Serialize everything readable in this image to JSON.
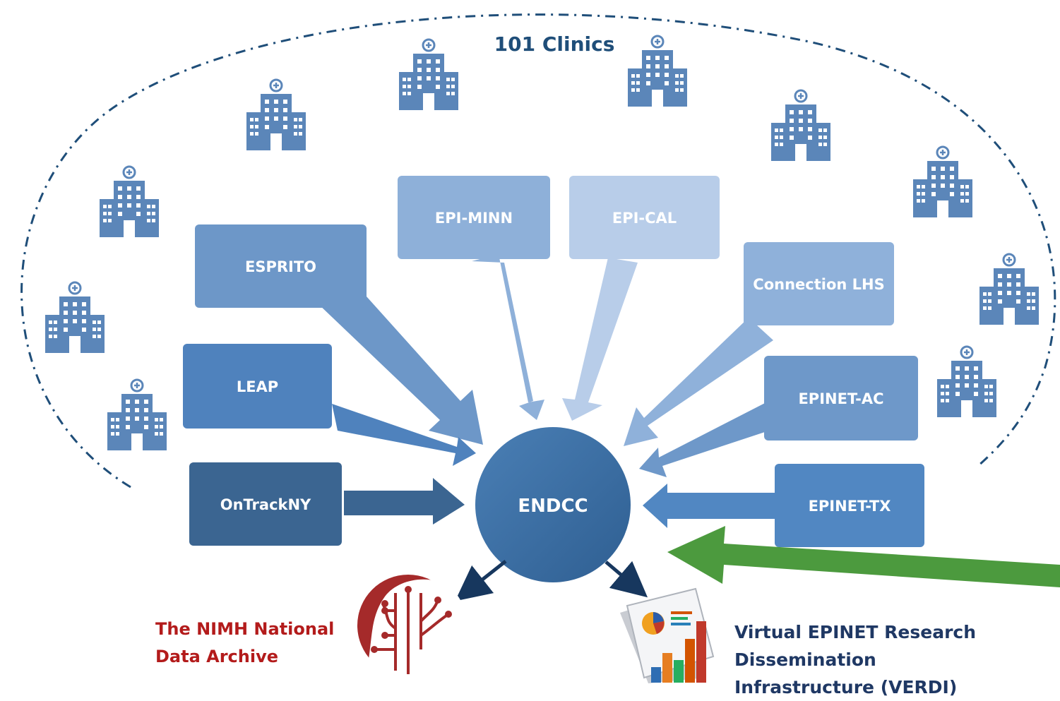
{
  "boundary": {
    "title": "101 Clinics",
    "title_color": "#1f4e79",
    "line_color": "#1f4e79"
  },
  "clinic_icon": {
    "name": "hospital-icon",
    "color": "#5b86b9"
  },
  "hub": {
    "label": "ENDCC",
    "color": "#3f73a8"
  },
  "sources": [
    {
      "id": "esprito",
      "label": "ESPRITO",
      "color": "#6d97c8"
    },
    {
      "id": "epi-minn",
      "label": "EPI-MINN",
      "color": "#8eb0d9"
    },
    {
      "id": "epi-cal",
      "label": "EPI-CAL",
      "color": "#b8cde9"
    },
    {
      "id": "connection-lhs",
      "label": "Connection LHS",
      "color": "#8fb1da"
    },
    {
      "id": "leap",
      "label": "LEAP",
      "color": "#4f82bd"
    },
    {
      "id": "epinet-ac",
      "label": "EPINET-AC",
      "color": "#6e98c9"
    },
    {
      "id": "ontrackny",
      "label": "OnTrackNY",
      "color": "#3b6591"
    },
    {
      "id": "epinet-tx",
      "label": "EPINET-TX",
      "color": "#5187c2"
    }
  ],
  "outputs": {
    "nda": {
      "lines": [
        "The NIMH National",
        "Data Archive"
      ],
      "color": "#b31b1b",
      "icon": "brain-head-icon"
    },
    "verdi": {
      "lines": [
        "Virtual EPINET Research",
        "Dissemination",
        "Infrastructure (VERDI)"
      ],
      "color": "#1f3864",
      "icon": "chart-folder-icon"
    }
  },
  "pointer_color": "#4c9a3e"
}
